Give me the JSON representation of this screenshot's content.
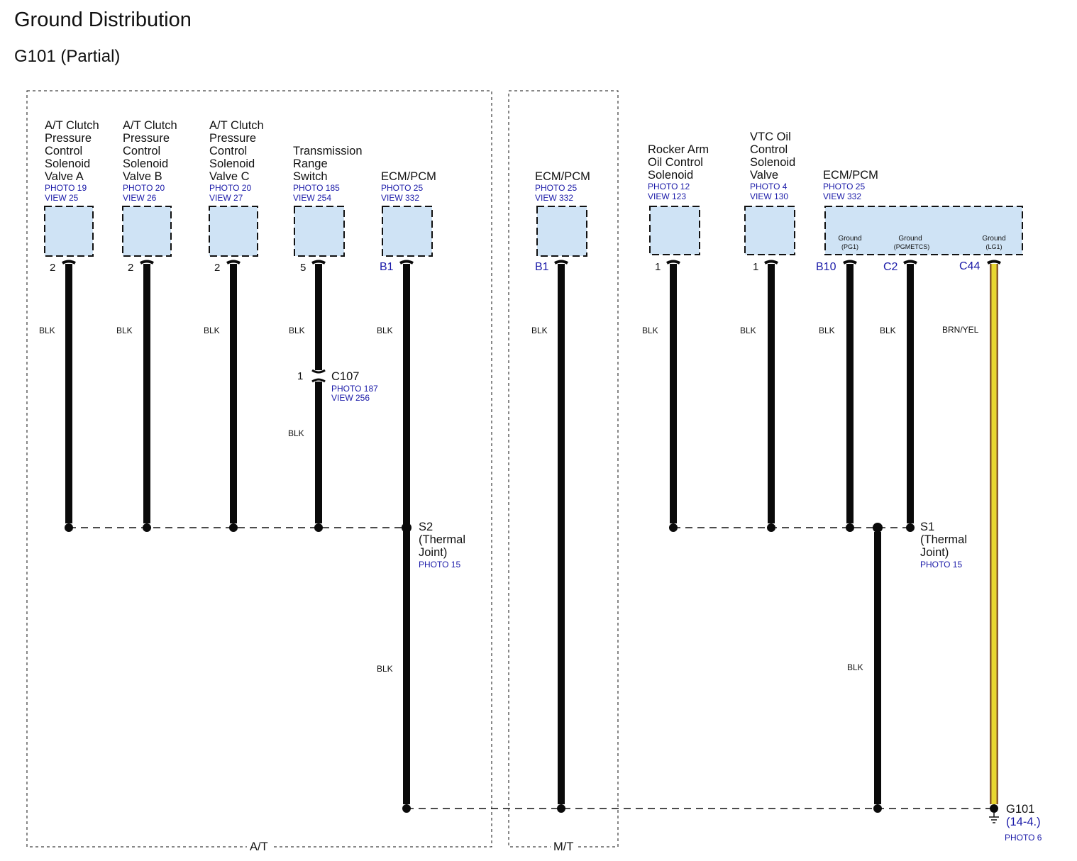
{
  "page": {
    "title": "Ground Distribution",
    "subtitle": "G101 (Partial)"
  },
  "regions": {
    "at_label": "A/T",
    "mt_label": "M/T"
  },
  "components": [
    {
      "name_lines": [
        "A/T Clutch",
        "Pressure",
        "Control",
        "Solenoid",
        "Valve A"
      ],
      "photo": "PHOTO 19",
      "view": "VIEW 25",
      "pin": "2",
      "wire": "BLK"
    },
    {
      "name_lines": [
        "A/T Clutch",
        "Pressure",
        "Control",
        "Solenoid",
        "Valve B"
      ],
      "photo": "PHOTO 20",
      "view": "VIEW 26",
      "pin": "2",
      "wire": "BLK"
    },
    {
      "name_lines": [
        "A/T Clutch",
        "Pressure",
        "Control",
        "Solenoid",
        "Valve C"
      ],
      "photo": "PHOTO 20",
      "view": "VIEW 27",
      "pin": "2",
      "wire": "BLK"
    },
    {
      "name_lines": [
        "Transmission",
        "Range",
        "Switch"
      ],
      "photo": "PHOTO 185",
      "view": "VIEW 254",
      "pin": "5",
      "wire": "BLK"
    },
    {
      "name_lines": [
        "ECM/PCM"
      ],
      "photo": "PHOTO 25",
      "view": "VIEW 332",
      "pin": "B1",
      "wire": "BLK"
    },
    {
      "name_lines": [
        "ECM/PCM"
      ],
      "photo": "PHOTO 25",
      "view": "VIEW 332",
      "pin": "B1",
      "wire": "BLK"
    },
    {
      "name_lines": [
        "Rocker Arm",
        "Oil Control",
        "Solenoid"
      ],
      "photo": "PHOTO 12",
      "view": "VIEW 123",
      "pin": "1",
      "wire": "BLK"
    },
    {
      "name_lines": [
        "VTC Oil",
        "Control",
        "Solenoid",
        "Valve"
      ],
      "photo": "PHOTO 4",
      "view": "VIEW 130",
      "pin": "1",
      "wire": "BLK"
    }
  ],
  "ecm_right": {
    "name": "ECM/PCM",
    "photo": "PHOTO 25",
    "view": "VIEW 332",
    "terminals": [
      {
        "label": "Ground",
        "sub": "(PG1)",
        "pin": "B10",
        "wire": "BLK"
      },
      {
        "label": "Ground",
        "sub": "(PGMETCS)",
        "pin": "C2",
        "wire": "BLK"
      },
      {
        "label": "Ground",
        "sub": "(LG1)",
        "pin": "C44",
        "wire": "BRN/YEL"
      }
    ]
  },
  "connector_c107": {
    "pin": "1",
    "name": "C107",
    "photo": "PHOTO 187",
    "view": "VIEW 256",
    "wire_after": "BLK"
  },
  "splice_s2": {
    "lines": [
      "S2",
      "(Thermal",
      "Joint)"
    ],
    "photo": "PHOTO 15",
    "wire_after": "BLK"
  },
  "splice_s1": {
    "lines": [
      "S1",
      "(Thermal",
      "Joint)"
    ],
    "photo": "PHOTO 15",
    "wire_after": "BLK"
  },
  "ground_g101": {
    "name": "G101",
    "ref": "(14-4.)",
    "photo": "PHOTO 6"
  },
  "colors": {
    "box_fill": "#cfe3f5",
    "ref_blue": "#1a1aa8",
    "brn_yel_wire": "#e8d630",
    "brown_edge": "#8a5a2b"
  }
}
